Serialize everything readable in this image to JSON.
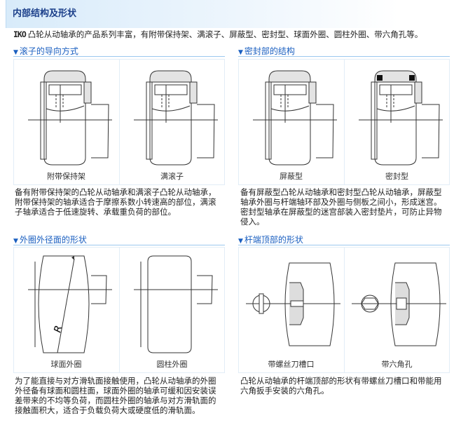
{
  "title": "内部结构及形状",
  "intro": {
    "brand": "IKO",
    "text": "凸轮从动轴承的产品系列丰富，有附带保持架、满滚子、屏蔽型、密封型、球面外圈、圆柱外圈、带六角孔等。"
  },
  "sections": [
    {
      "heading": "滚子的导向方式",
      "figures": [
        "附带保持架",
        "满滚子"
      ],
      "description": "备有附带保持架的凸轮从动轴承和满滚子凸轮从动轴承，附带保持架的轴承适合于摩擦系数小转速高的部位，满滚子轴承适合于低速旋转、承载重负荷的部位。"
    },
    {
      "heading": "密封部的结构",
      "figures": [
        "屏蔽型",
        "密封型"
      ],
      "description": "备有屏蔽型凸轮从动轴承和密封型凸轮从动轴承，屏蔽型轴承外圈与杆端轴环部及外圈与侧板之间小，形成迷宫。密封型轴承在屏蔽型的迷宫部装入密封垫片，可防止异物侵入。"
    },
    {
      "heading": "外圈外径面的形状",
      "figures": [
        "球面外圈",
        "圆柱外圈"
      ],
      "radius_label": "R",
      "description": "为了能直接与对方滑轨面接触使用，凸轮从动轴承的外圈外径备有球面和圆柱面，球面外圈的轴承可缓和因安装误差带来的不均等负荷，而圆柱外圈的轴承与对方滑轨面的接触面积大，适合于负载负荷大或硬度低的滑轨面。"
    },
    {
      "heading": "杆端顶部的形状",
      "figures": [
        "带螺丝刀槽口",
        "带六角孔"
      ],
      "description": "凸轮从动轴承的杆端顶部的形状有带螺丝刀槽口和带能用六角扳手安装的六角孔。"
    }
  ],
  "colors": {
    "heading": "#1a5fc0",
    "title": "#1b3f8a",
    "rule": "#9cc8ef"
  }
}
